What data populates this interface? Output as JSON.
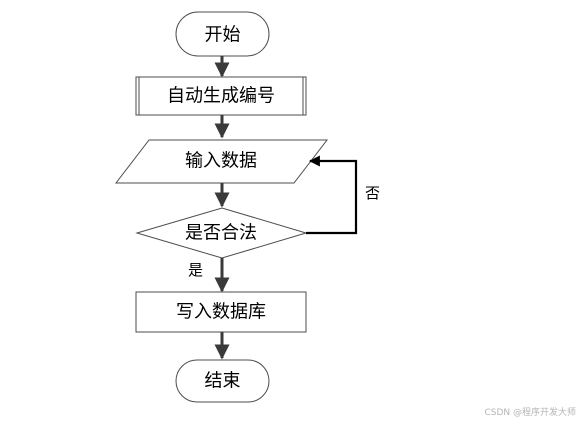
{
  "flowchart": {
    "start": "开始",
    "generate_id": "自动生成编号",
    "input_data": "输入数据",
    "decision": "是否合法",
    "write_db": "写入数据库",
    "end": "结束",
    "label_yes": "是",
    "label_no": "否"
  },
  "watermark": "CSDN @程序开发大师",
  "colors": {
    "shape_fill": "#ffffff",
    "shape_stroke": "#4d4d4d",
    "arrow": "#3a3a3a",
    "loop_line": "#000000",
    "watermark": "#b4b4b4"
  }
}
